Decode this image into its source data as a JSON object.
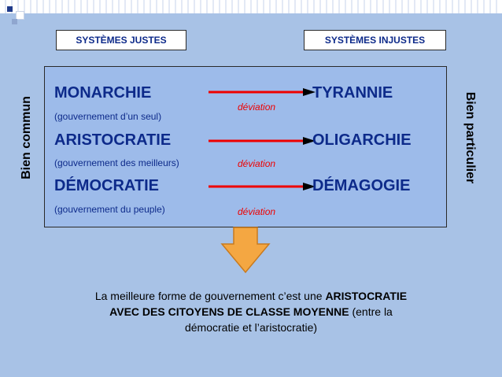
{
  "header": {
    "left_label": "SYSTÈMES JUSTES",
    "right_label": "SYSTÈMES INJUSTES"
  },
  "side": {
    "left": "Bien commun",
    "right": "Bien particulier"
  },
  "rows": [
    {
      "just": "MONARCHIE",
      "desc": "(gouvernement d’un seul)",
      "unjust": "TYRANNIE",
      "deviation": "déviation"
    },
    {
      "just": "ARISTOCRATIE",
      "desc": "(gouvernement des meilleurs)",
      "unjust": "OLIGARCHIE",
      "deviation": "déviation"
    },
    {
      "just": "DÉMOCRATIE",
      "desc": "(gouvernement du peuple)",
      "unjust": "DÉMAGOGIE",
      "deviation": "déviation"
    }
  ],
  "conclusion": {
    "part1": "La meilleure forme de gouvernement c’est une ",
    "bold": "ARISTOCRATIE AVEC DES CITOYENS DE CLASSE MOYENNE",
    "part2": " (entre la démocratie et l’aristocratie)"
  },
  "colors": {
    "accent": "#0d2a8a",
    "arrow": "#ee0000",
    "down_arrow": "#f4a742"
  }
}
